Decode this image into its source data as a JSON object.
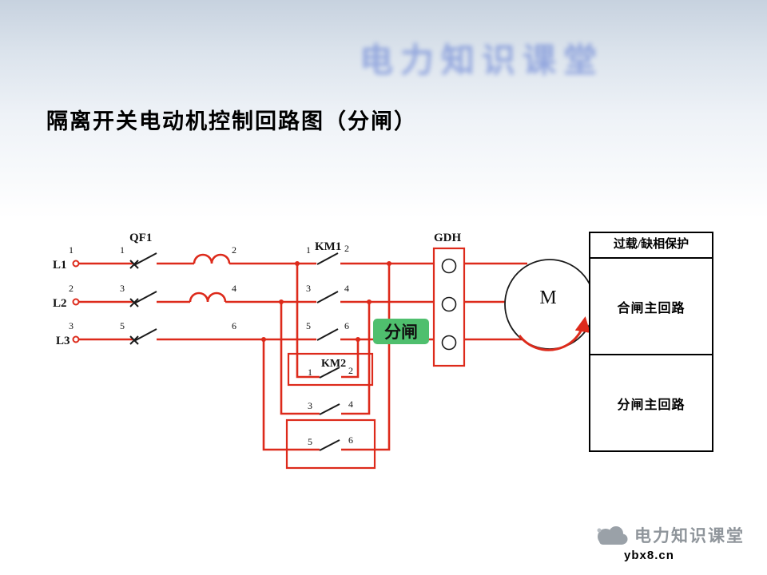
{
  "slide": {
    "watermark": "电力知识课堂",
    "title": "隔离开关电动机控制回路图（分闸）"
  },
  "diagram": {
    "phases": [
      "L1",
      "L2",
      "L3"
    ],
    "labels": {
      "qf1": "QF1",
      "km1": "KM1",
      "km2": "KM2",
      "gdh": "GDH",
      "motor": "M",
      "badge": "分闸"
    },
    "wire_numbers": {
      "terminals": [
        "1",
        "2",
        "3"
      ],
      "qf_in": [
        "1",
        "3",
        "5"
      ],
      "qf_out": [
        "2",
        "4",
        "6"
      ],
      "km1_in": [
        "1",
        "3",
        "5"
      ],
      "km1_out": [
        "2",
        "4",
        "6"
      ],
      "km2_in": [
        "1",
        "3",
        "5"
      ],
      "km2_out": [
        "2",
        "4",
        "6"
      ]
    },
    "colors": {
      "wire": "#dd2a1b",
      "contact": "#1a1a1a",
      "badge_bg": "#4fbf6e",
      "badge_text": "#cc3322"
    }
  },
  "legend": {
    "header": "过载/缺相保护",
    "rows": [
      "合闸主回路",
      "分闸主回路"
    ]
  },
  "footer": {
    "brand": "电力知识课堂",
    "site": "ybx8.cn"
  }
}
